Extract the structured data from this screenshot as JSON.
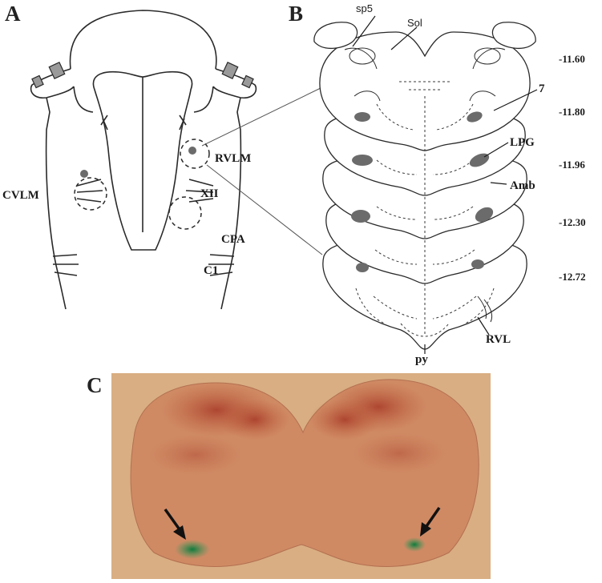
{
  "panels": {
    "a": {
      "letter": "A",
      "labels": {
        "rvlm": "RVLM",
        "cvlm": "CVLM",
        "xii": "XII",
        "cpa": "CPA",
        "c1": "C1"
      }
    },
    "b": {
      "letter": "B",
      "labels": {
        "sp5": "sp5",
        "sol": "Sol",
        "seven": "7",
        "lpg": "LPG",
        "amb": "Amb",
        "rvl": "RVL",
        "py": "py"
      },
      "coordinates": [
        "-11.60",
        "-11.80",
        "-11.96",
        "-12.30",
        "-12.72"
      ]
    },
    "c": {
      "letter": "C"
    }
  },
  "colors": {
    "line": "#2a2a2a",
    "marker": "#6b6b6b",
    "tissue": "#d6a87c",
    "stain_red": "#b4442f",
    "stain_green": "#1f8a4c"
  }
}
